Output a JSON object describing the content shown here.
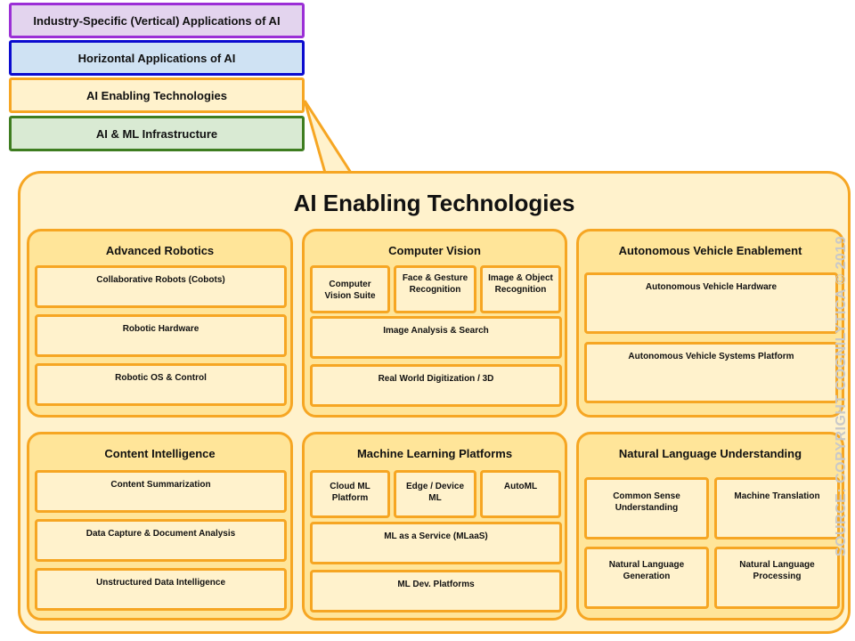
{
  "layers": {
    "vertical": "Industry-Specific (Vertical) Applications of AI",
    "horizontal": "Horizontal Applications of AI",
    "enabling": "AI Enabling Technologies",
    "infra": "AI & ML Infrastructure"
  },
  "main_title": "AI Enabling Technologies",
  "groups": {
    "robotics": {
      "title": "Advanced Robotics",
      "items": [
        "Collaborative Robots (Cobots)",
        "Robotic Hardware",
        "Robotic OS & Control"
      ]
    },
    "vision": {
      "title": "Computer Vision",
      "items": [
        "Computer Vision Suite",
        "Face & Gesture Recognition",
        "Image & Object Recognition",
        "Image Analysis & Search",
        "Real World Digitization / 3D"
      ]
    },
    "autonomous": {
      "title": "Autonomous Vehicle Enablement",
      "items": [
        "Autonomous Vehicle Hardware",
        "Autonomous Vehicle Systems Platform"
      ]
    },
    "content": {
      "title": "Content Intelligence",
      "items": [
        "Content Summarization",
        "Data Capture & Document Analysis",
        "Unstructured Data Intelligence"
      ]
    },
    "ml": {
      "title": "Machine Learning Platforms",
      "items": [
        "Cloud ML Platform",
        "Edge / Device ML",
        "AutoML",
        "ML as a Service (MLaaS)",
        "ML Dev. Platforms"
      ]
    },
    "nlu": {
      "title": "Natural Language Understanding",
      "items": [
        "Common Sense Understanding",
        "Machine Translation",
        "Natural Language Generation",
        "Natural Language Processing"
      ]
    }
  },
  "watermark": "SOURCE: COPYRIGHT COGNILYTICA © 2019",
  "colors": {
    "vertical_fill": "#e3d4ee",
    "vertical_border": "#9b2fd6",
    "horizontal_fill": "#cfe2f3",
    "horizontal_border": "#0b0bcf",
    "enabling_fill": "#fff2cc",
    "enabling_border": "#f6a623",
    "infra_fill": "#d9ead3",
    "infra_border": "#3e7d20",
    "group_fill": "#ffe599"
  }
}
